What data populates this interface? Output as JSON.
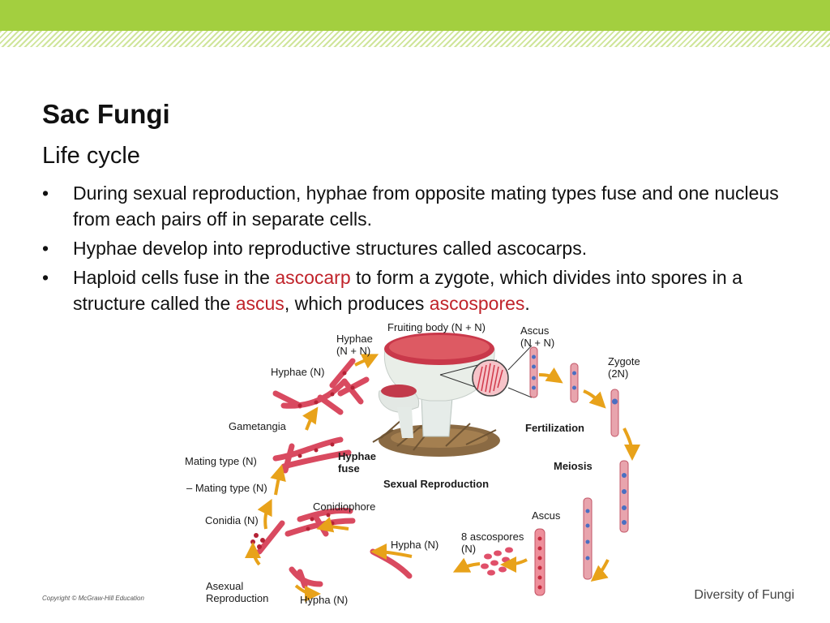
{
  "slide": {
    "title": "Sac Fungi",
    "subtitle": "Life cycle",
    "bullets": [
      {
        "text": "During sexual reproduction, hyphae from opposite mating types fuse and one nucleus from each pairs off in separate cells."
      },
      {
        "text": "Hyphae develop into reproductive structures called ascocarps."
      },
      {
        "pre": "Haploid cells fuse in the ",
        "term1": "ascocarp",
        "mid1": " to form a zygote, which divides into spores in a structure called the ",
        "term2": "ascus",
        "mid2": ", which produces ",
        "term3": "ascospores",
        "post": "."
      }
    ]
  },
  "diagram": {
    "labels": {
      "fruiting_body": "Fruiting body (N + N)",
      "hyphae_nn_1": "Hyphae",
      "hyphae_nn_2": "(N + N)",
      "ascus_nn_1": "Ascus",
      "ascus_nn_2": "(N + N)",
      "zygote_1": "Zygote",
      "zygote_2": "(2N)",
      "hyphae_n": "Hyphae (N)",
      "gametangia": "Gametangia",
      "fertilization": "Fertilization",
      "mating_plus": "Mating type (N)",
      "hyphae_fuse_1": "Hyphae",
      "hyphae_fuse_2": "fuse",
      "meiosis": "Meiosis",
      "mating_minus": "– Mating type (N)",
      "sexual_reproduction": "Sexual Reproduction",
      "conidiophore": "Conidiophore",
      "conidia": "Conidia (N)",
      "ascus": "Ascus",
      "ascospores_1": "8 ascospores",
      "ascospores_2": "(N)",
      "hypha_n_mid": "Hypha (N)",
      "asexual_1": "Asexual",
      "asexual_2": "Reproduction",
      "hypha_n_bottom": "Hypha (N)"
    }
  },
  "footer": {
    "copyright": "Copyright © McGraw-Hill Education",
    "section": "Diversity of Fungi"
  },
  "colors": {
    "accent_green": "#a3cf3f",
    "term_red": "#c0232a",
    "arrow_gold": "#e8a21a",
    "hypha_pink": "#e0506a"
  }
}
